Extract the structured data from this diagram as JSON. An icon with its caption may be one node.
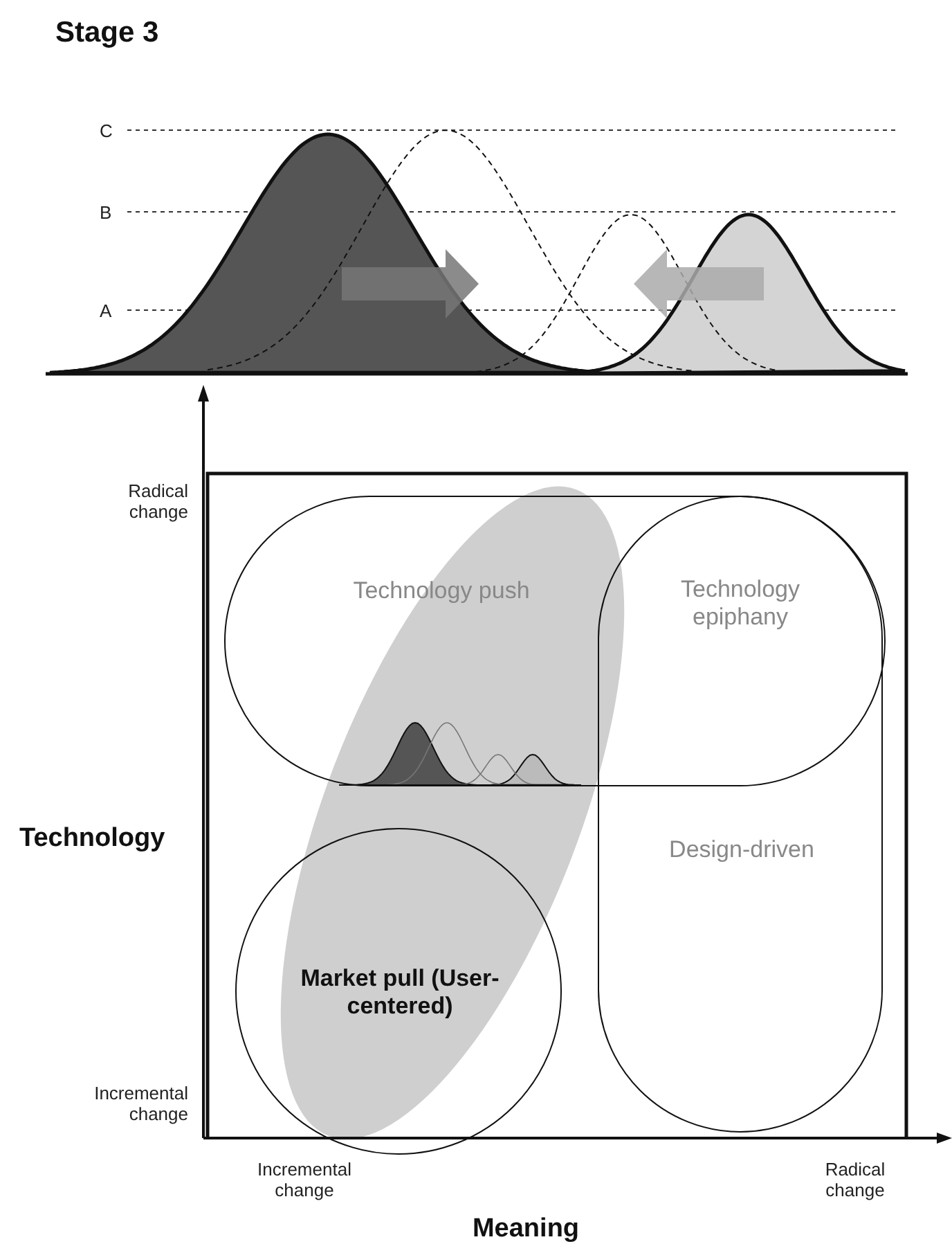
{
  "diagram": {
    "title": "Stage 3",
    "nodes": [
      {
        "text": [
          "Technology push"
        ]
      },
      {
        "text": [
          "Design-driven"
        ]
      },
      {
        "text": [
          "Market pull (User-centered)"
        ]
      }
    ],
    "edges": [],
    "labels": [
      "C",
      "B",
      "A",
      "Radical change",
      "Technology epiphany",
      "Technology",
      "Incremental change",
      "Incremental change",
      "Radical change",
      "Meaning"
    ]
  }
}
